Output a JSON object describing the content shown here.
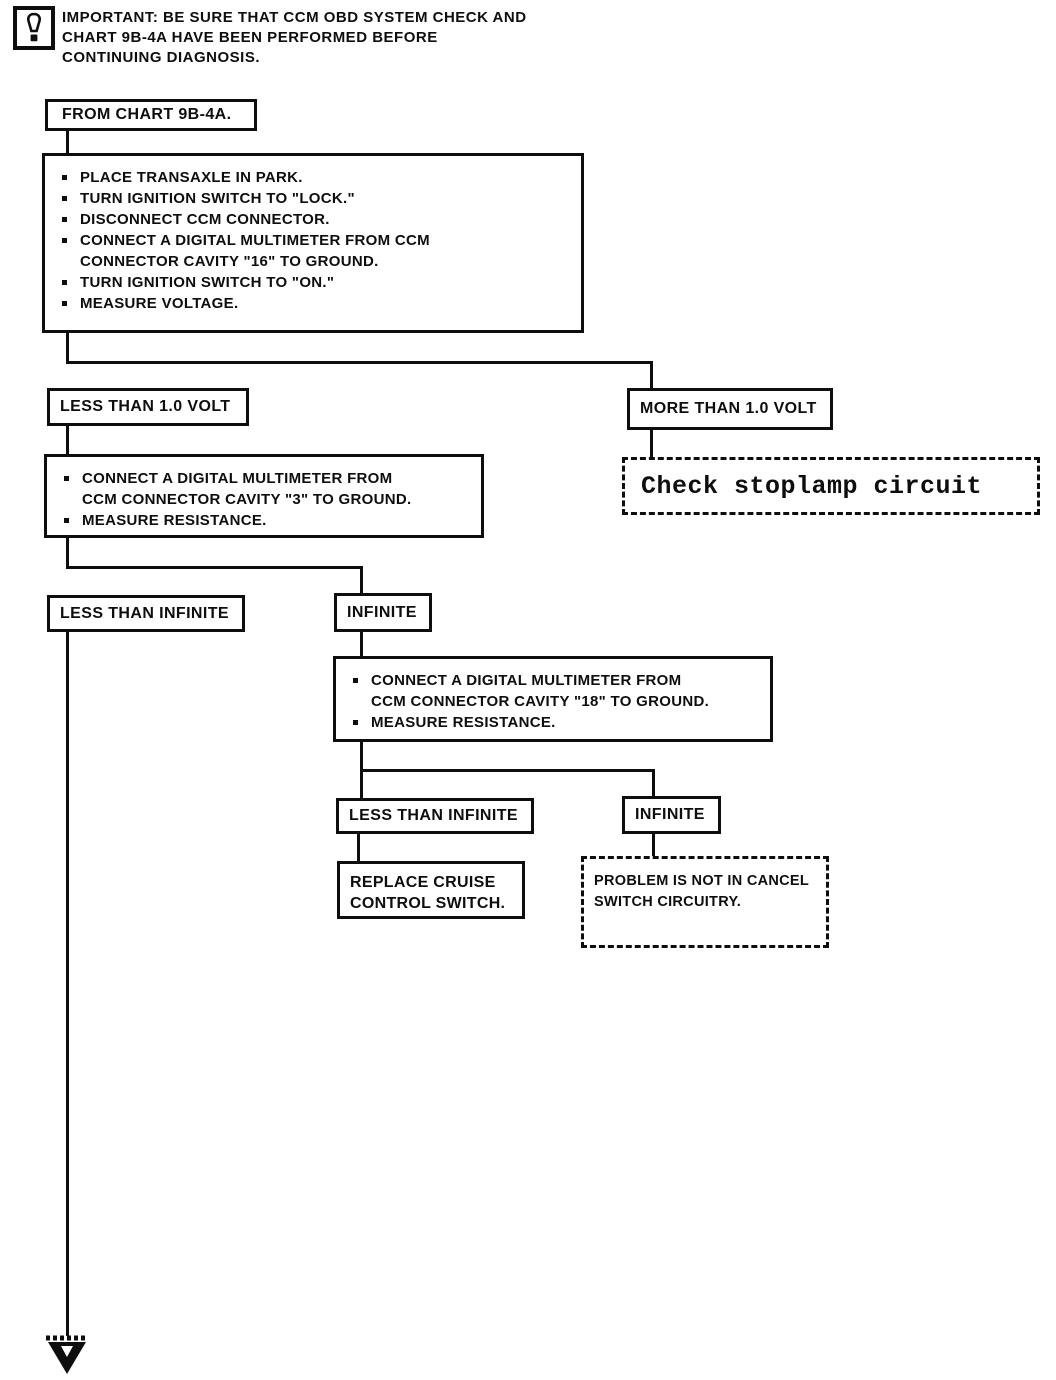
{
  "colors": {
    "ink": "#0e0e0e",
    "background": "#ffffff"
  },
  "note": {
    "icon": "important-exclamation-icon",
    "text": "IMPORTANT: BE SURE THAT CCM OBD SYSTEM CHECK AND\nCHART 9B-4A HAVE BEEN PERFORMED BEFORE\nCONTINUING DIAGNOSIS."
  },
  "flowchart": {
    "start_box": "FROM CHART 9B-4A.",
    "step1": {
      "items": [
        "PLACE TRANSAXLE IN PARK.",
        "TURN IGNITION SWITCH TO \"LOCK.\"",
        "DISCONNECT CCM CONNECTOR.",
        "CONNECT A DIGITAL MULTIMETER FROM CCM\nCONNECTOR CAVITY \"16\" TO GROUND.",
        "TURN IGNITION SWITCH TO \"ON.\"",
        "MEASURE VOLTAGE."
      ]
    },
    "branch1": {
      "left": "LESS THAN 1.0 VOLT",
      "right": "MORE THAN 1.0 VOLT"
    },
    "stoplamp_box": "Check stoplamp circuit",
    "step2": {
      "items": [
        "CONNECT A DIGITAL MULTIMETER FROM\nCCM CONNECTOR CAVITY \"3\" TO GROUND.",
        "MEASURE RESISTANCE."
      ]
    },
    "branch2": {
      "left": "LESS THAN INFINITE",
      "right": "INFINITE"
    },
    "step3": {
      "items": [
        "CONNECT A DIGITAL MULTIMETER FROM\nCCM CONNECTOR CAVITY \"18\" TO GROUND.",
        "MEASURE RESISTANCE."
      ]
    },
    "branch3": {
      "left": "LESS THAN INFINITE",
      "right": "INFINITE"
    },
    "replace_box": "REPLACE CRUISE\nCONTROL SWITCH.",
    "problem_box": "PROBLEM IS NOT IN CANCEL\nSWITCH CIRCUITRY."
  }
}
